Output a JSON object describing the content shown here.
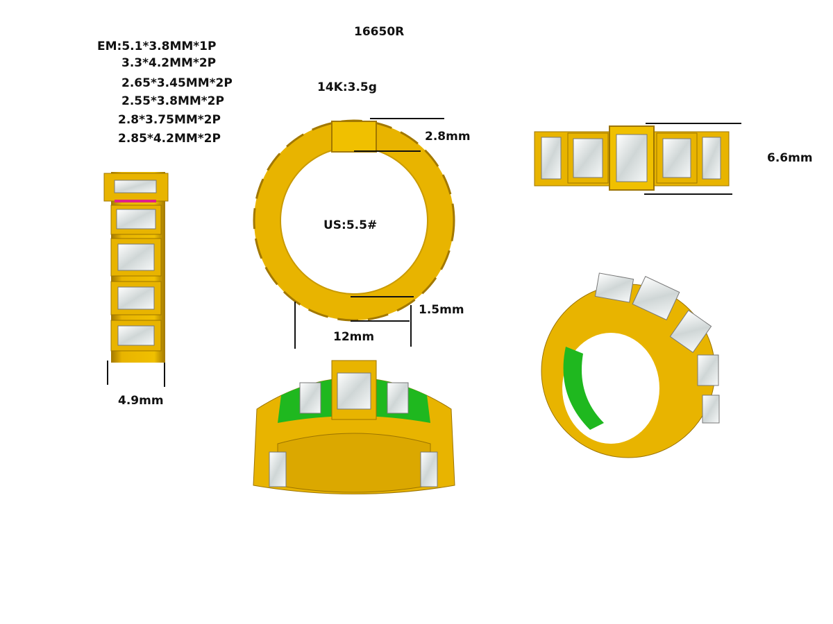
{
  "model_number": "16650R",
  "metal_weight": "14K:3.5g",
  "stone_specs": [
    "EM:5.1*3.8MM*1P",
    "3.3*4.2MM*2P",
    "2.65*3.45MM*2P",
    "2.55*3.8MM*2P",
    "2.8*3.75MM*2P",
    "2.85*4.2MM*2P"
  ],
  "ring_size": "US:5.5#",
  "dimensions": {
    "top_thickness": "2.8mm",
    "bottom_thickness": "1.5mm",
    "outer_width": "12mm",
    "band_width_bottom": "4.9mm",
    "band_width_top": "6.6mm"
  },
  "colors": {
    "gold": "#e8b400",
    "gold_shade": "#9c7400",
    "seat": "#1fb81f",
    "stone": "#f2f4f4"
  }
}
